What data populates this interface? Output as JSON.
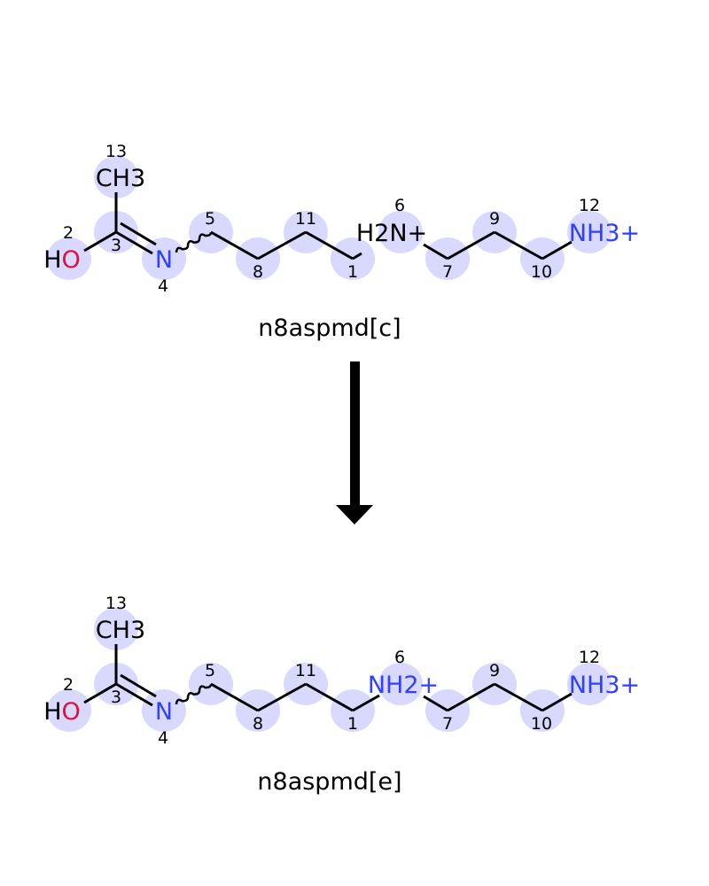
{
  "colors": {
    "highlight": "#d9d9ff",
    "nitrogen": "#3040ff",
    "oxygen": "#e0103a",
    "bond": "#000000"
  },
  "reaction": {
    "substrate": {
      "name": "n8aspmd[c]",
      "labels": {
        "hydroxyl": "HO",
        "methyl": "CH3",
        "imine_n": "N",
        "ammonium_n": "H2N+",
        "terminal_n": "NH3+"
      },
      "atom_numbers": [
        "13",
        "2",
        "3",
        "4",
        "5",
        "8",
        "11",
        "1",
        "6",
        "7",
        "9",
        "10",
        "12"
      ]
    },
    "product": {
      "name": "n8aspmd[e]",
      "labels": {
        "hydroxyl": "HO",
        "methyl": "CH3",
        "imine_n": "N",
        "ammonium_n": "NH2+",
        "terminal_n": "NH3+"
      },
      "atom_numbers": [
        "13",
        "2",
        "3",
        "4",
        "5",
        "8",
        "11",
        "1",
        "6",
        "7",
        "9",
        "10",
        "12"
      ]
    }
  }
}
